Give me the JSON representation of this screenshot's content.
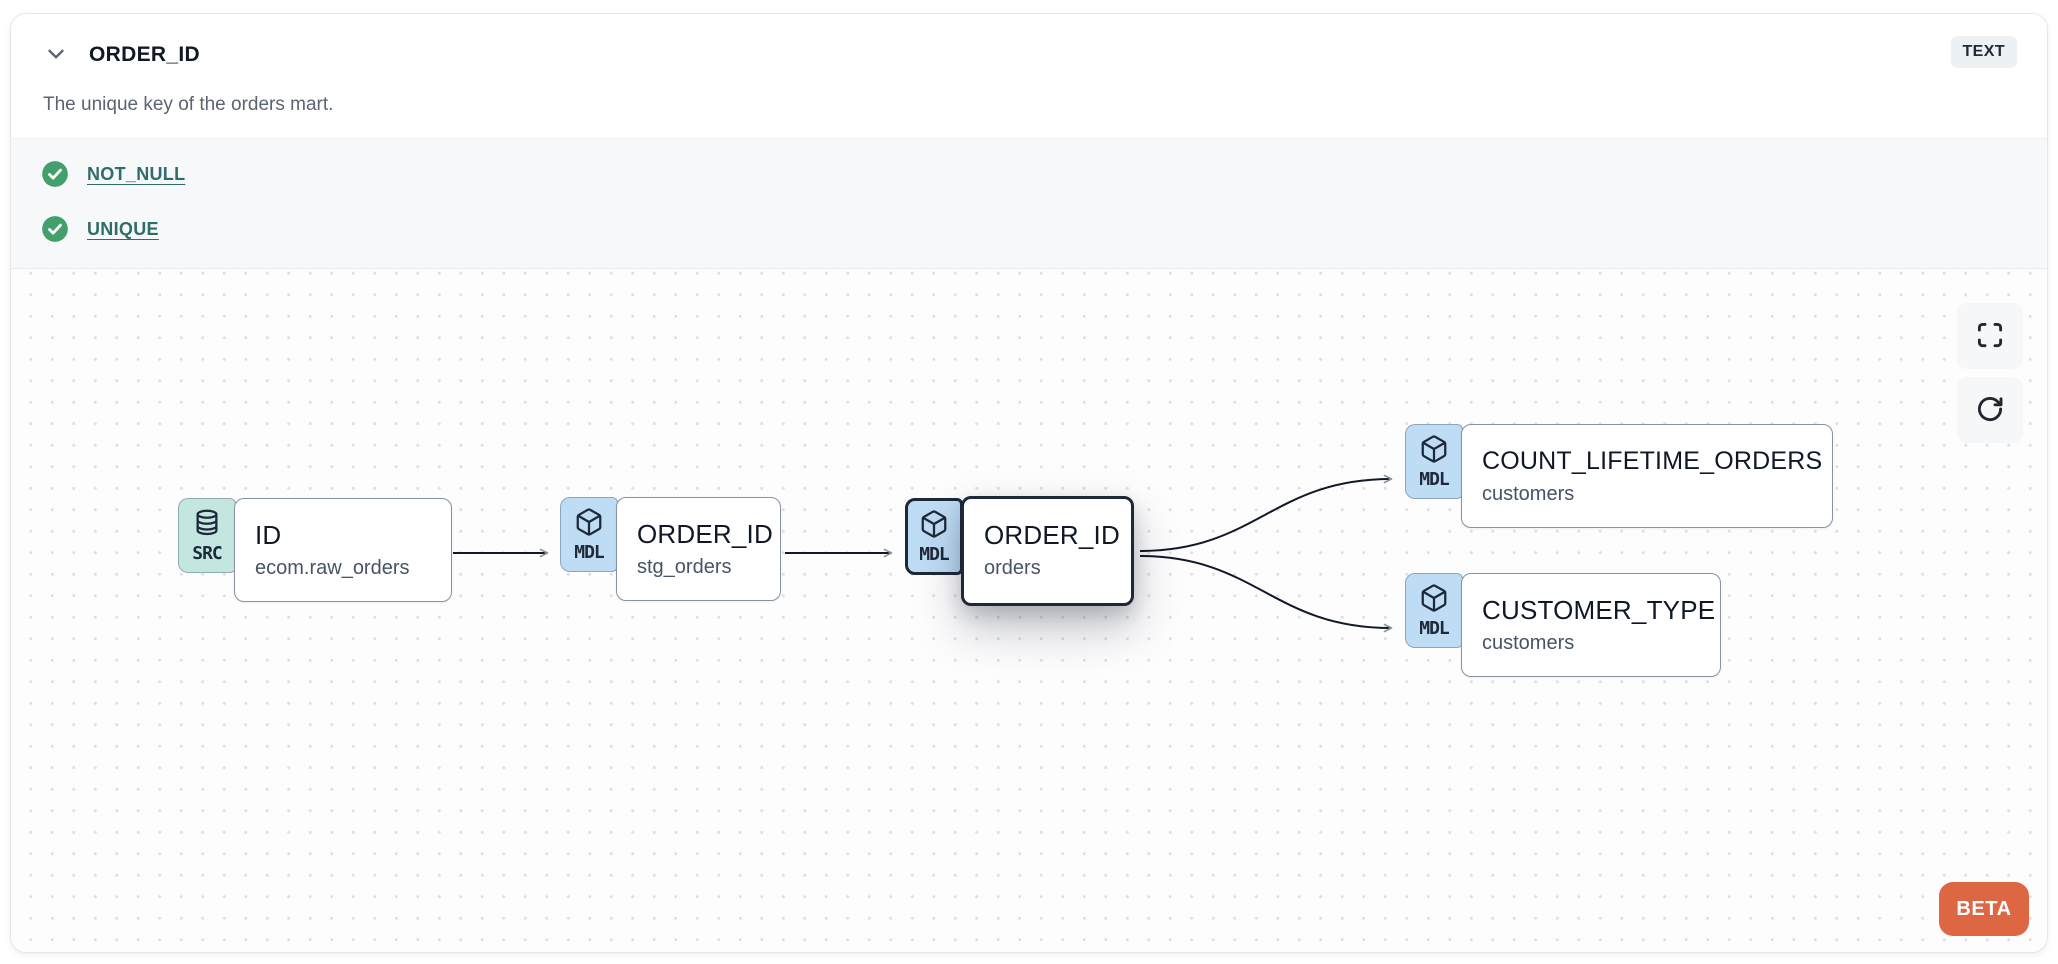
{
  "header": {
    "title": "ORDER_ID",
    "type_badge": "TEXT",
    "description": "The unique key of the orders mart."
  },
  "checks": [
    {
      "label": "NOT_NULL",
      "status": "passed"
    },
    {
      "label": "UNIQUE",
      "status": "passed"
    }
  ],
  "lineage": {
    "nodes": [
      {
        "id": "raw_orders",
        "kind": "SRC",
        "title": "ID",
        "subtitle": "ecom.raw_orders",
        "selected": false
      },
      {
        "id": "stg_orders",
        "kind": "MDL",
        "title": "ORDER_ID",
        "subtitle": "stg_orders",
        "selected": false
      },
      {
        "id": "orders",
        "kind": "MDL",
        "title": "ORDER_ID",
        "subtitle": "orders",
        "selected": true
      },
      {
        "id": "count_lifetime_orders",
        "kind": "MDL",
        "title": "COUNT_LIFETIME_ORDERS",
        "subtitle": "customers",
        "selected": false
      },
      {
        "id": "customer_type",
        "kind": "MDL",
        "title": "CUSTOMER_TYPE",
        "subtitle": "customers",
        "selected": false
      }
    ],
    "edges": [
      {
        "from": "raw_orders",
        "to": "stg_orders"
      },
      {
        "from": "stg_orders",
        "to": "orders"
      },
      {
        "from": "orders",
        "to": "count_lifetime_orders"
      },
      {
        "from": "orders",
        "to": "customer_type"
      }
    ],
    "beta_label": "BETA"
  },
  "colors": {
    "beta_bg": "#DC6742",
    "src_badge_bg": "#C3E6E1",
    "mdl_badge_bg": "#BFDCF5",
    "check_green": "#43A06D",
    "link_teal": "#2F6E68",
    "selected_border": "#1D2939",
    "edge": "#111827"
  }
}
